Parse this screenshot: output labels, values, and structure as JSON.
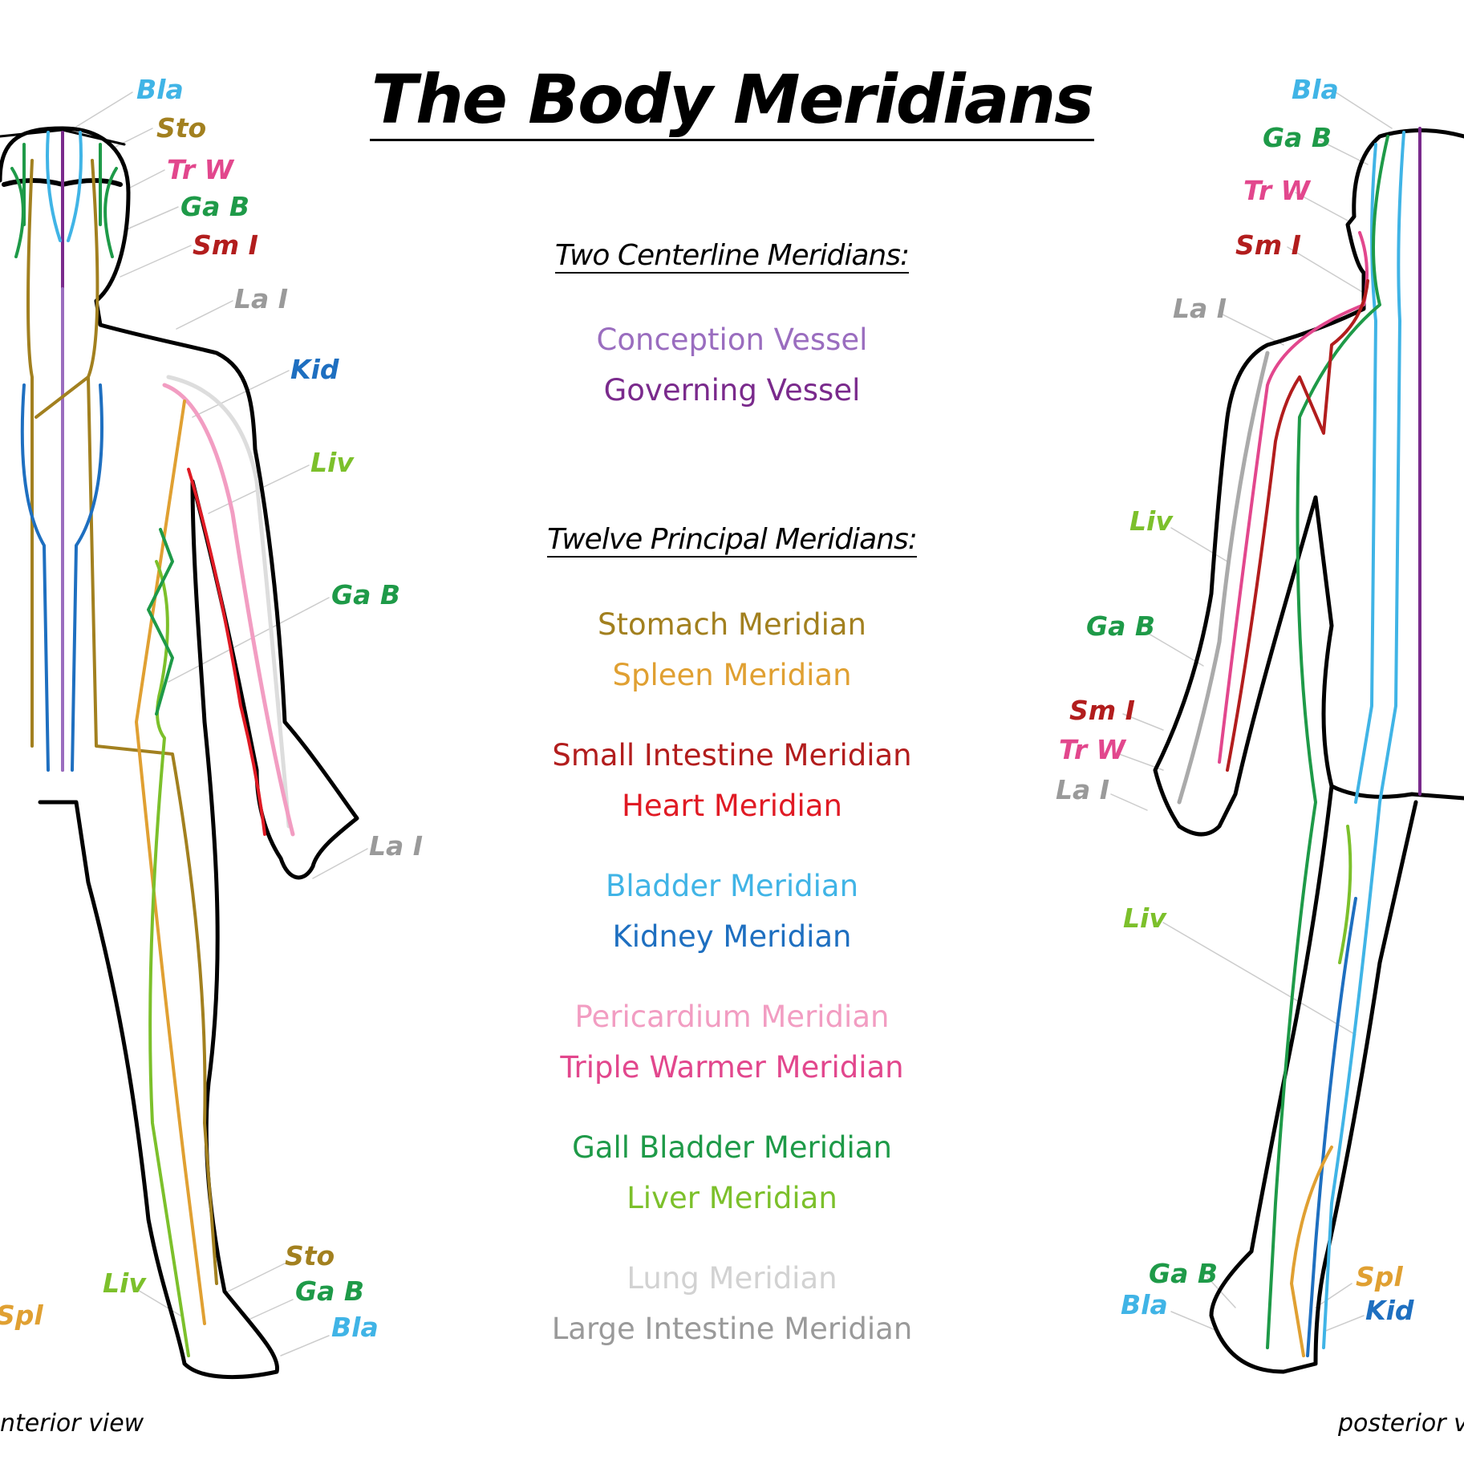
{
  "title": "The Body Meridians",
  "centerline": {
    "heading": "Two Centerline Meridians:",
    "items": [
      {
        "label": "Conception Vessel",
        "color": "#9a6dbf"
      },
      {
        "label": "Governing Vessel",
        "color": "#7a2a8c"
      }
    ]
  },
  "principal": {
    "heading": "Twelve Principal Meridians:",
    "items": [
      {
        "label": "Stomach Meridian",
        "color": "#a2801f"
      },
      {
        "label": "Spleen Meridian",
        "color": "#e0a032"
      },
      {
        "label": "Small Intestine Meridian",
        "color": "#b21d1d"
      },
      {
        "label": "Heart Meridian",
        "color": "#e01a24"
      },
      {
        "label": "Bladder Meridian",
        "color": "#40b4e6"
      },
      {
        "label": "Kidney Meridian",
        "color": "#1e6fc0"
      },
      {
        "label": "Pericardium Meridian",
        "color": "#f29dc2"
      },
      {
        "label": "Triple Warmer Meridian",
        "color": "#e2478d"
      },
      {
        "label": "Gall Bladder Meridian",
        "color": "#1e9a48"
      },
      {
        "label": "Liver Meridian",
        "color": "#7cc02b"
      },
      {
        "label": "Lung Meridian",
        "color": "#d2d2d2"
      },
      {
        "label": "Large Intestine Meridian",
        "color": "#9a9a9a"
      }
    ]
  },
  "anterior": {
    "view_label": "nterior view",
    "labels": [
      "Bla",
      "Sto",
      "Tr W",
      "Ga B",
      "Sm I",
      "La I",
      "Kid",
      "Liv",
      "Ga B",
      "La I",
      "Sto",
      "Ga B",
      "Bla",
      "Liv",
      "Spl"
    ]
  },
  "posterior": {
    "view_label": "posterior vi",
    "labels": [
      "Bla",
      "Ga B",
      "Tr W",
      "Sm I",
      "La I",
      "Liv",
      "Ga B",
      "Sm I",
      "Tr W",
      "La I",
      "Liv",
      "Ga B",
      "Bla",
      "Spl",
      "Kid"
    ]
  }
}
